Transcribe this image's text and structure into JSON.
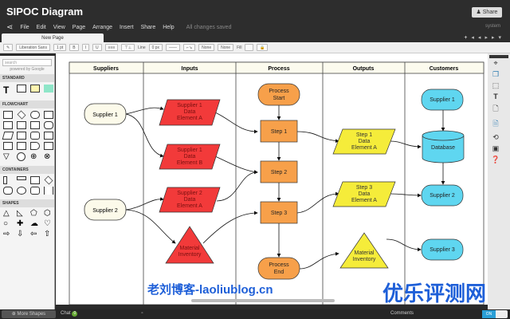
{
  "app": {
    "title": "SIPOC Diagram",
    "share": "Share",
    "menu": [
      "File",
      "Edit",
      "View",
      "Page",
      "Arrange",
      "Insert",
      "Share",
      "Help"
    ],
    "status": "All changes saved",
    "user": "system",
    "page_tab": "New Page"
  },
  "toolbar": {
    "font": "Liberation Sans",
    "font_size": "1 pt",
    "line_label": "Line",
    "line_width": "0 px",
    "arrow_start": "None",
    "arrow_end": "None",
    "fill_label": "Fill"
  },
  "sidebar": {
    "search_placeholder": "search",
    "powered": "powered by Google",
    "sections": [
      "STANDARD",
      "FLOWCHART",
      "CONTAINERS",
      "SHAPES"
    ],
    "more_shapes": "More Shapes"
  },
  "lanes": [
    "Suppliers",
    "Inputs",
    "Process",
    "Outputs",
    "Customers"
  ],
  "nodes": {
    "sup1": "Supplier 1",
    "sup2": "Supplier 2",
    "in1": [
      "Supplier 1",
      "Data",
      "Element A"
    ],
    "in2": [
      "Supplier 1",
      "Data",
      "Element B"
    ],
    "in3": [
      "Supplier 2",
      "Data",
      "Element A"
    ],
    "in4": [
      "Material",
      "Inventory"
    ],
    "pstart": [
      "Process",
      "Start"
    ],
    "step1": "Step 1",
    "step2": "Step 2",
    "step3": "Step 3",
    "pend": [
      "Process",
      "End"
    ],
    "out1": [
      "Step 1",
      "Data",
      "Element A"
    ],
    "out2": [
      "Step 3",
      "Data",
      "Element A"
    ],
    "out3": [
      "Material",
      "Inventory"
    ],
    "c1": "Supplier 1",
    "db": "Database",
    "c2": "Supplier 2",
    "c3": "Supplier 3"
  },
  "bottom": {
    "chat": "Chat",
    "chat_count": "0",
    "comments": "Comments",
    "toggle": "ON"
  },
  "watermarks": [
    "老刘博客-laoliublog.cn",
    "优乐评测网"
  ],
  "colors": {
    "input": "#f23a3a",
    "process": "#f7a04a",
    "output": "#f5ec3a",
    "customer": "#5fd6f0",
    "supplier": "#fcfaea"
  }
}
